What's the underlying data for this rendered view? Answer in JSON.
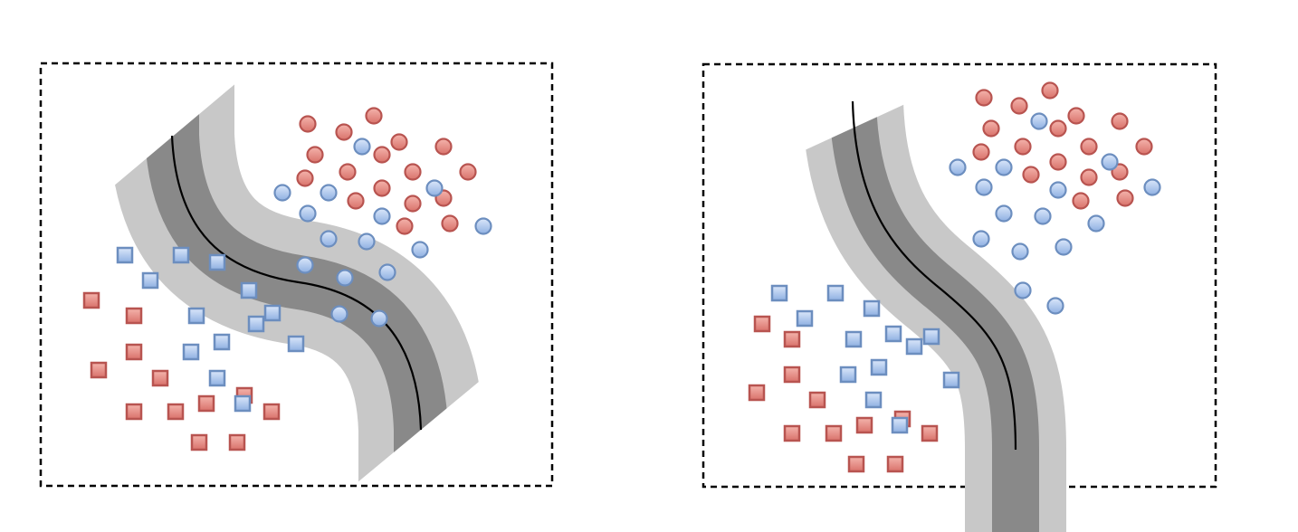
{
  "diagram": {
    "panels": [
      {
        "name": "left-panel",
        "red_squares": 12,
        "blue_squares": 13,
        "red_circles": 18,
        "blue_circles": 15
      },
      {
        "name": "right-panel",
        "red_squares": 12,
        "blue_squares": 13,
        "red_circles": 17,
        "blue_circles": 15
      }
    ],
    "colors": {
      "red_fill_top": "#f4b4ac",
      "red_fill_bottom": "#d9726b",
      "red_stroke": "#b85450",
      "blue_fill_top": "#dbe7fa",
      "blue_fill_bottom": "#8fb0e2",
      "blue_stroke": "#6c8ebf",
      "margin_outer": "#c8c8c8",
      "margin_inner": "#898989",
      "boundary": "#000000",
      "frame": "#000000"
    }
  }
}
